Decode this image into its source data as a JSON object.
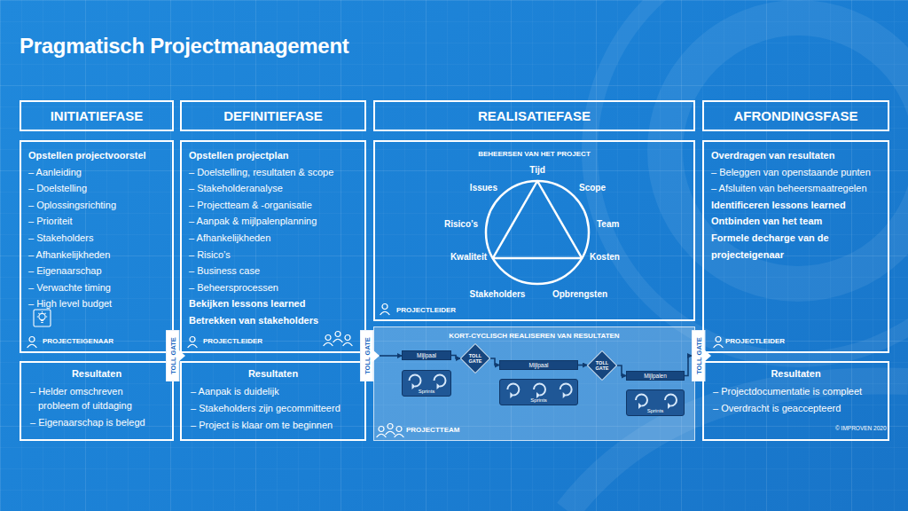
{
  "diagram": {
    "title": "Pragmatisch Projectmanagement",
    "nodes": [
      {
        "text": [
          "INITIATIEFASE"
        ]
      },
      {
        "text": [
          "DEFINITIEFASE"
        ]
      },
      {
        "text": [
          "REALISATIEFASE"
        ]
      },
      {
        "text": [
          "AFRONDINGSFASE"
        ]
      },
      {
        "text": [
          "Opstellen projectvoorstel",
          "– Aanleiding",
          "– Doelstelling",
          "– Oplossingsrichting",
          "– Prioriteit",
          "– Stakeholders",
          "– Afhankelijkheden",
          "– Eigenaarschap",
          "– Verwachte timing",
          "– High level budget",
          "PROJECTEIGENAAR"
        ]
      },
      {
        "text": [
          "Resultaten",
          "– Helder omschreven probleem of uitdaging",
          "– Eigenaarschap is belegd"
        ]
      },
      {
        "text": [
          "TOLL GATE"
        ]
      },
      {
        "text": [
          "Opstellen projectplan",
          "– Doelstelling, resultaten & scope",
          "– Stakeholderanalyse",
          "– Projectteam & -organisatie",
          "– Aanpak & mijlpalenplanning",
          "– Afhankelijkheden",
          "– Risico’s",
          "– Business case",
          "– Beheersprocessen",
          "Bekijken lessons learned",
          "Betrekken van stakeholders",
          "PROJECTLEIDER"
        ]
      },
      {
        "text": [
          "Resultaten",
          "– Aanpak is duidelijk",
          "– Stakeholders zijn gecommitteerd",
          "– Project is klaar om te beginnen"
        ]
      },
      {
        "text": [
          "TOLL GATE"
        ]
      },
      {
        "text": [
          "BEHEERSEN VAN HET PROJECT",
          "Tijd",
          "Issues",
          "Scope",
          "Risico’s",
          "Team",
          "Kwaliteit",
          "Kosten",
          "Stakeholders",
          "Opbrengsten",
          "PROJECTLEIDER"
        ]
      },
      {
        "text": [
          "KORT-CYCLISCH REALISEREN VAN RESULTATEN",
          "PROJECTTEAM"
        ]
      },
      {
        "text": [
          "Mijlpaal"
        ],
        "in": 11
      },
      {
        "text": [
          "Sprints"
        ],
        "in": 11
      },
      {
        "text": [
          "TOLL GATE"
        ],
        "in": 11
      },
      {
        "text": [
          "Mijlpaal"
        ],
        "in": 11
      },
      {
        "text": [
          "Sprints"
        ],
        "in": 11
      },
      {
        "text": [
          "TOLL GATE"
        ],
        "in": 11
      },
      {
        "text": [
          "Mijlpalen"
        ],
        "in": 11
      },
      {
        "text": [
          "Sprints"
        ],
        "in": 11
      },
      {
        "text": [
          "TOLL GATE"
        ]
      },
      {
        "text": [
          "Overdragen van resultaten",
          "– Beleggen van openstaande punten",
          "– Afsluiten van beheersmaatregelen",
          "Identificeren lessons learned",
          "Ontbinden van het team",
          "Formele decharge van de projecteigenaar",
          "PROJECTLEIDER"
        ]
      },
      {
        "text": [
          "Resultaten",
          "– Projectdocumentatie is compleet",
          "– Overdracht is geaccepteerd"
        ]
      }
    ],
    "edges": [
      {
        "from": 9,
        "to": 12,
        "arrow": "to"
      },
      {
        "from": 12,
        "to": 14,
        "arrow": "to"
      },
      {
        "from": 14,
        "to": 15,
        "arrow": "to"
      },
      {
        "from": 15,
        "to": 17,
        "arrow": "to"
      },
      {
        "from": 17,
        "to": 18,
        "arrow": "to"
      },
      {
        "from": 18,
        "to": 20,
        "arrow": "to"
      }
    ],
    "labels": [
      "© IMPROVEN 2020"
    ]
  }
}
